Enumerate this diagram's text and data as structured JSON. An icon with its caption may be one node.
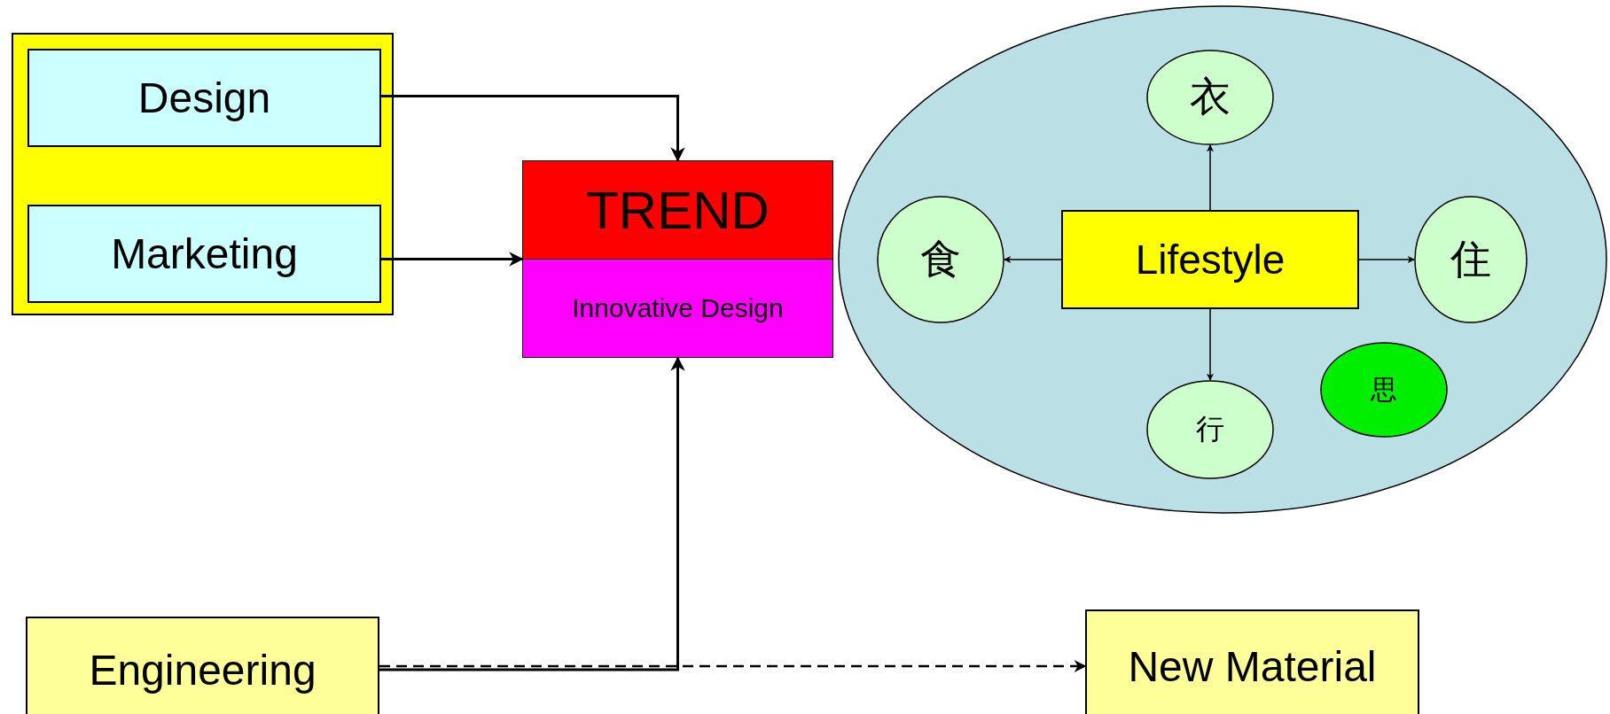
{
  "diagram": {
    "nodes": [
      {
        "text": [],
        "shape": "box"
      },
      {
        "text": [
          "Design"
        ],
        "in": 0
      },
      {
        "text": [
          "Marketing"
        ],
        "in": 0
      },
      {
        "text": [
          "TREND",
          "Innovative Design"
        ]
      },
      {
        "text": [],
        "shape": "ellipse"
      },
      {
        "text": [
          "衣"
        ],
        "in": 4
      },
      {
        "text": [
          "食"
        ],
        "in": 4
      },
      {
        "text": [
          "Lifestyle"
        ],
        "in": 4
      },
      {
        "text": [
          "住"
        ],
        "in": 4
      },
      {
        "text": [
          "行"
        ],
        "in": 4
      },
      {
        "text": [
          "思"
        ],
        "in": 4
      },
      {
        "text": [
          "Engineering"
        ]
      },
      {
        "text": [
          "New Material"
        ]
      }
    ],
    "edges": [
      {
        "from": 1,
        "to": 3,
        "arrow": "to"
      },
      {
        "from": 2,
        "to": 3,
        "arrow": "to"
      },
      {
        "from": 11,
        "to": 12,
        "arrow": "to",
        "style": "dashed"
      },
      {
        "from": 11,
        "to": 3,
        "arrow": "to"
      },
      {
        "from": 7,
        "to": 5,
        "arrow": "to"
      },
      {
        "from": 7,
        "to": 6,
        "arrow": "to"
      },
      {
        "from": 7,
        "to": 8,
        "arrow": "to"
      },
      {
        "from": 7,
        "to": 9,
        "arrow": "to"
      }
    ]
  }
}
